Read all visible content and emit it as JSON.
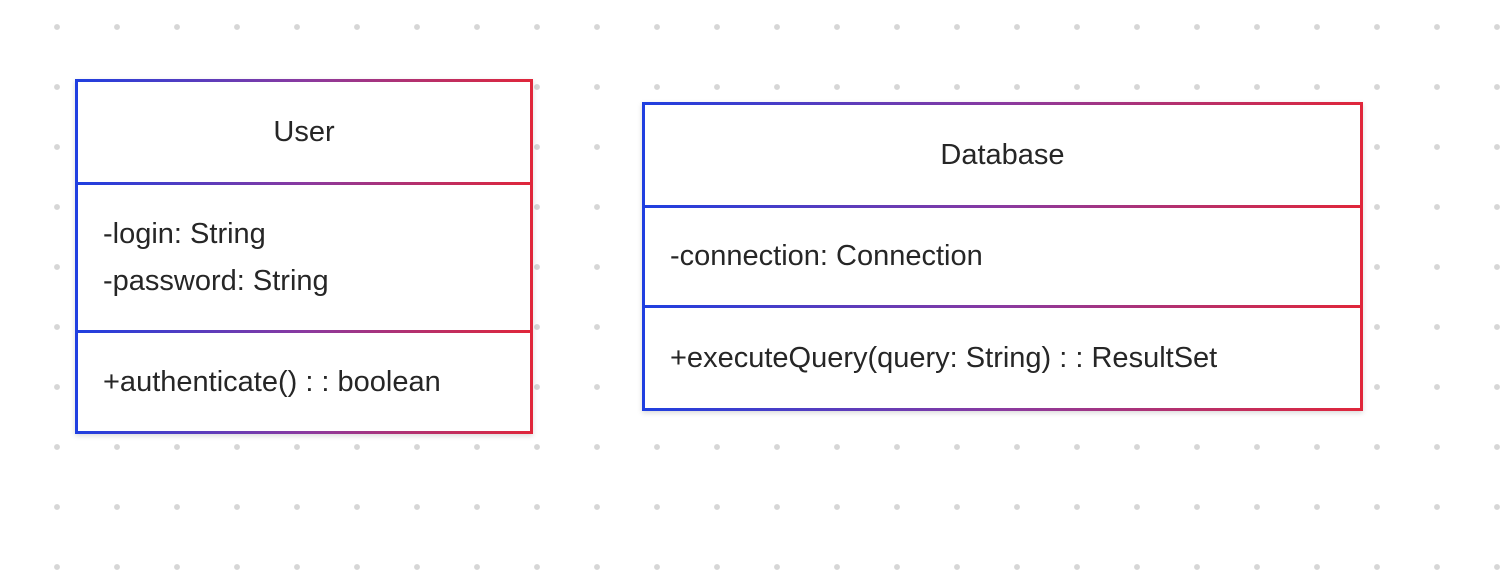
{
  "diagram": {
    "type": "uml-class-diagram",
    "classes": [
      {
        "id": "user",
        "name": "User",
        "attributes": [
          "-login: String",
          "-password: String"
        ],
        "operations": [
          "+authenticate() : : boolean"
        ]
      },
      {
        "id": "database",
        "name": "Database",
        "attributes": [
          "-connection: Connection"
        ],
        "operations": [
          "+executeQuery(query: String) : : ResultSet"
        ]
      }
    ]
  },
  "colors": {
    "background": "#ffffff",
    "grid_dot": "#d6d6d6",
    "border_gradient_start": "#1f3fe0",
    "border_gradient_mid": "#8a3aa0",
    "border_gradient_end": "#e0263a",
    "text": "#262626"
  }
}
